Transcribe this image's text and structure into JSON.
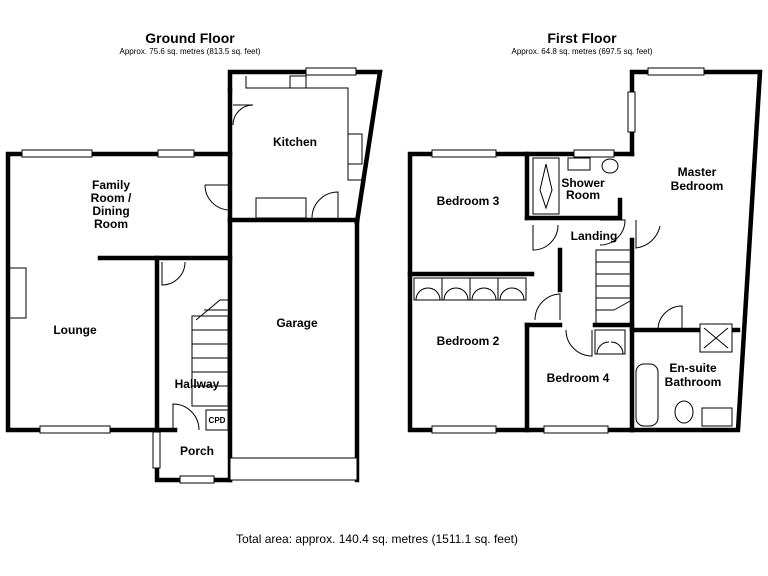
{
  "ground_floor": {
    "title": "Ground Floor",
    "area": "Approx. 75.6 sq. metres (813.5 sq. feet)",
    "rooms": {
      "kitchen": "Kitchen",
      "family_line1": "Family",
      "family_line2": "Room /",
      "family_line3": "Dining",
      "family_line4": "Room",
      "lounge": "Lounge",
      "garage": "Garage",
      "hallway": "Hallway",
      "porch": "Porch",
      "cpd": "CPD"
    }
  },
  "first_floor": {
    "title": "First Floor",
    "area": "Approx. 64.8 sq. metres (697.5 sq. feet)",
    "rooms": {
      "bedroom3": "Bedroom 3",
      "shower_line1": "Shower",
      "shower_line2": "Room",
      "master_line1": "Master",
      "master_line2": "Bedroom",
      "landing": "Landing",
      "bedroom2": "Bedroom 2",
      "bedroom4": "Bedroom 4",
      "ensuite_line1": "En-suite",
      "ensuite_line2": "Bathroom"
    }
  },
  "total_area": "Total area: approx. 140.4 sq. metres (1511.1 sq. feet)"
}
